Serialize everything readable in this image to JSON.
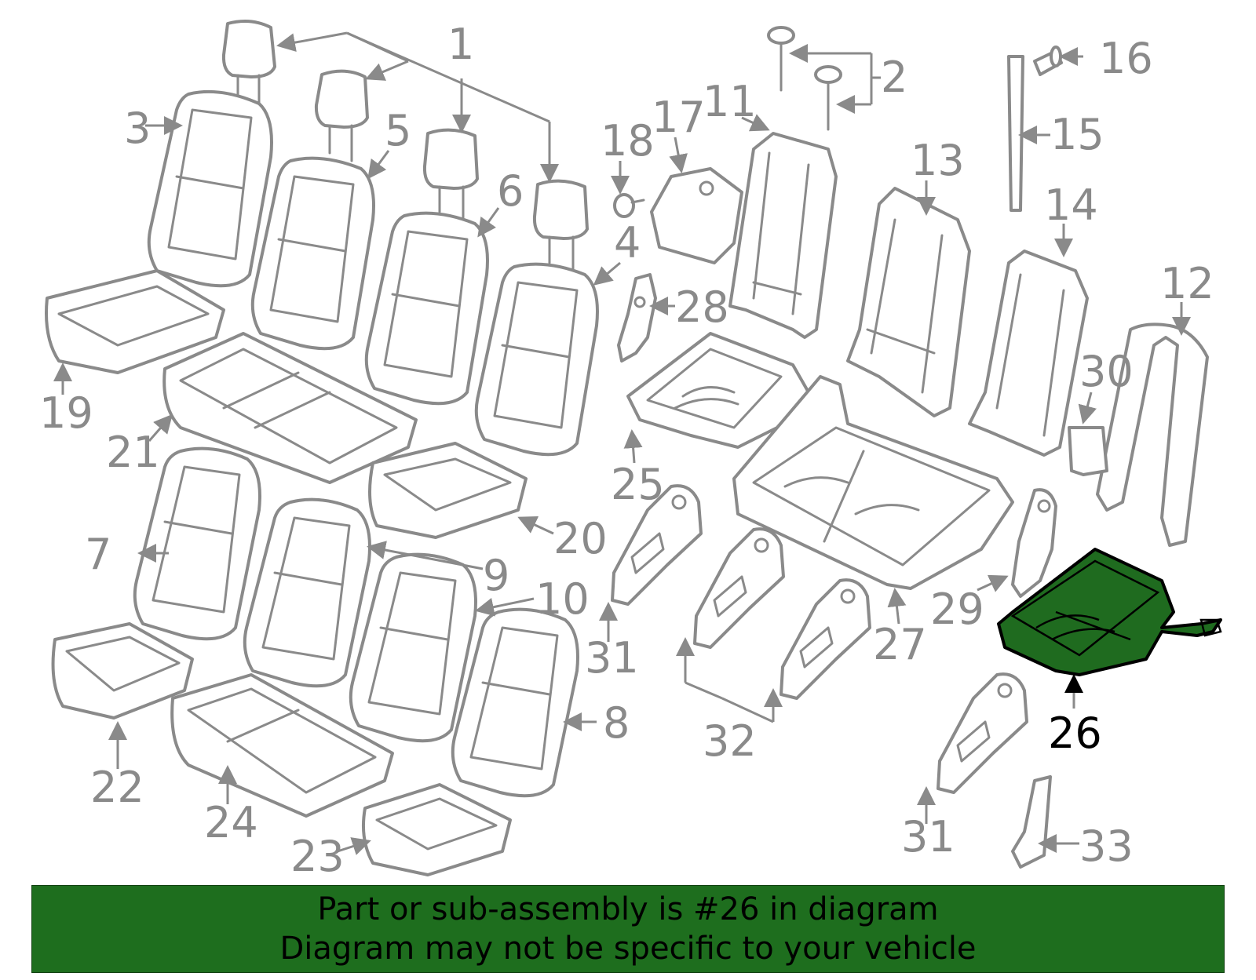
{
  "diagram": {
    "highlight_color": "#1f6b1f",
    "callouts": {
      "c1": "1",
      "c2": "2",
      "c3": "3",
      "c4": "4",
      "c5": "5",
      "c6": "6",
      "c7": "7",
      "c8": "8",
      "c9": "9",
      "c10": "10",
      "c11": "11",
      "c12": "12",
      "c13": "13",
      "c14": "14",
      "c15": "15",
      "c16": "16",
      "c17": "17",
      "c18": "18",
      "c19": "19",
      "c20": "20",
      "c21": "21",
      "c22": "22",
      "c23": "23",
      "c24": "24",
      "c25": "25",
      "c26": "26",
      "c27": "27",
      "c28": "28",
      "c29": "29",
      "c30": "30",
      "c31a": "31",
      "c31b": "31",
      "c32": "32",
      "c33": "33"
    }
  },
  "banner": {
    "line1": "Part or sub-assembly is #26 in diagram",
    "line2": "Diagram may not be specific to your vehicle",
    "background": "#1e6e1e"
  }
}
